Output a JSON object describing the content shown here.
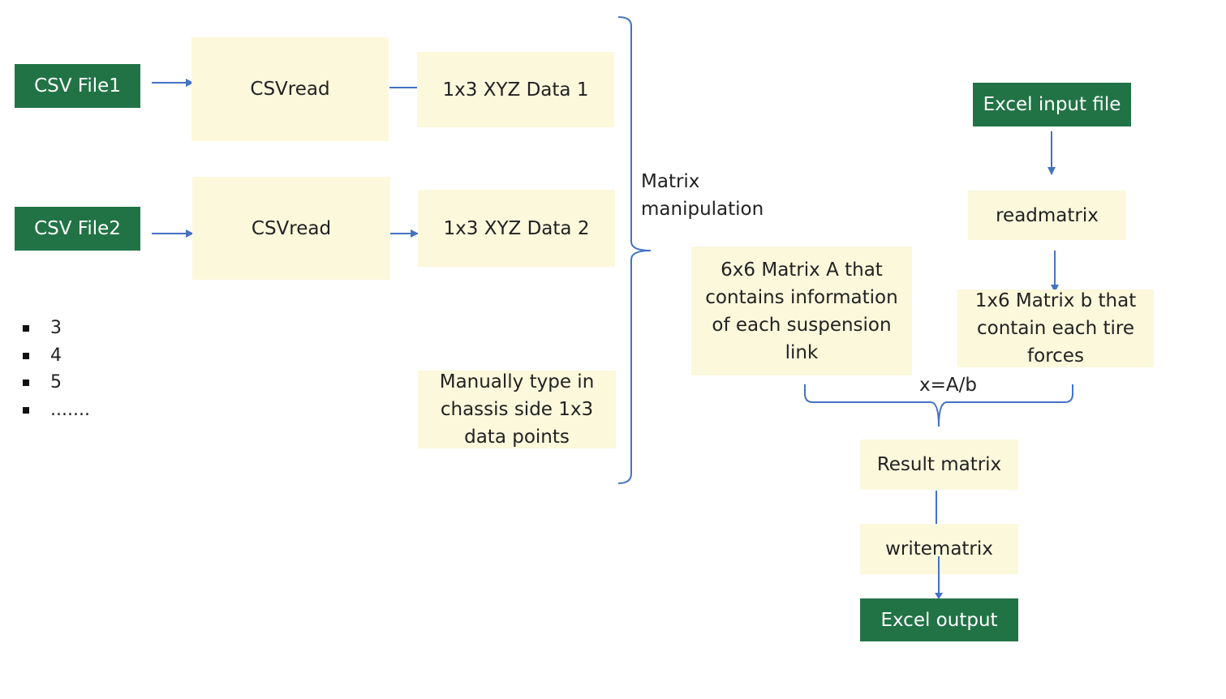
{
  "inputs": {
    "csv1": "CSV File1",
    "csv2": "CSV File2",
    "excel_in": "Excel input file"
  },
  "steps": {
    "csvread1": "CSVread",
    "csvread2": "CSVread",
    "data1": "1x3 XYZ Data 1",
    "data2": "1x3 XYZ Data 2",
    "manual": "Manually type in chassis side 1x3 data points",
    "readmatrix": "readmatrix",
    "matrix_a": "6x6 Matrix A that contains information of each suspension link",
    "matrix_b": "1x6 Matrix b that contain each tire forces",
    "result": "Result matrix",
    "writematrix": "writematrix",
    "excel_out": "Excel output"
  },
  "labels": {
    "matrix_manipulation": "Matrix manipulation",
    "equation": "x=A/b"
  },
  "bullets": [
    "3",
    "4",
    "5",
    "......."
  ],
  "colors": {
    "green": "#217346",
    "cream": "#fbf8dc",
    "arrow": "#4472c4"
  }
}
